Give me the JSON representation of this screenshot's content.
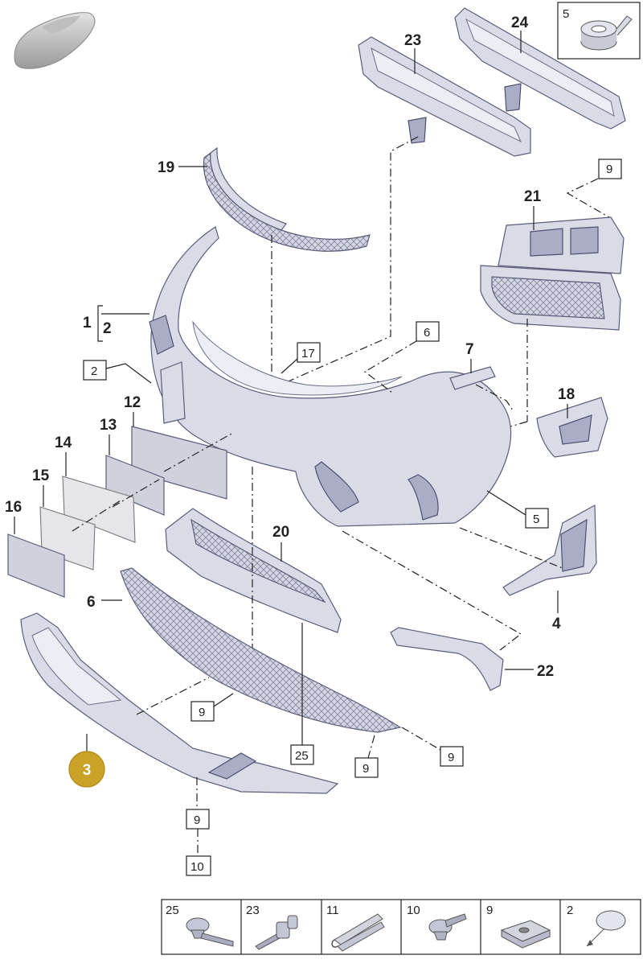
{
  "callouts": {
    "c1": "1",
    "c2": "2",
    "c2box": "2",
    "c3": "3",
    "c4": "4",
    "c5box_a": "5",
    "c5box_b": "5",
    "c6a": "6",
    "c6box": "6",
    "c7": "7",
    "c9a": "9",
    "c9b": "9",
    "c9c": "9",
    "c9d": "9",
    "c9e": "9",
    "c10box": "10",
    "c12": "12",
    "c13": "13",
    "c14": "14",
    "c15": "15",
    "c16": "16",
    "c17box": "17",
    "c18": "18",
    "c19": "19",
    "c20": "20",
    "c21": "21",
    "c22": "22",
    "c23": "23",
    "c24": "24",
    "c25box": "25"
  },
  "fastener_legend": [
    {
      "num": "25",
      "icon": "screw-icon"
    },
    {
      "num": "23",
      "icon": "expansion-rivet-icon"
    },
    {
      "num": "11",
      "icon": "spring-clip-icon"
    },
    {
      "num": "10",
      "icon": "screw-icon"
    },
    {
      "num": "9",
      "icon": "clip-nut-icon"
    },
    {
      "num": "2",
      "icon": "plug-icon"
    }
  ],
  "colors": {
    "highlight_badge": "#c9a227",
    "part_fill": "#d9dce7",
    "line": "#222222"
  }
}
